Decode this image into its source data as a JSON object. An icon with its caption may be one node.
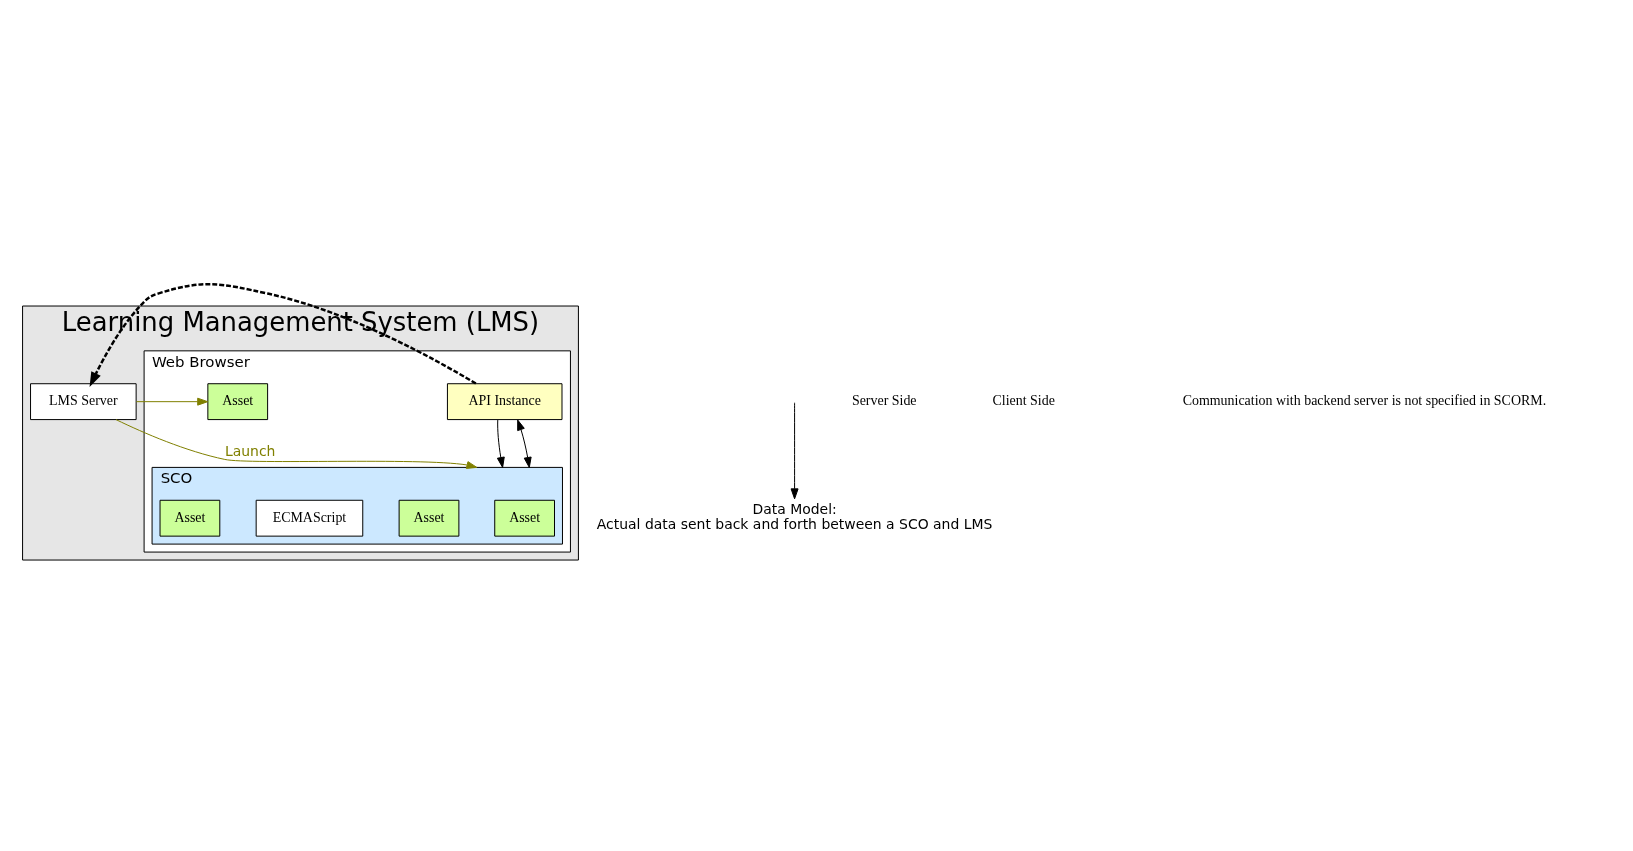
{
  "diagram": {
    "nodes": [
      {
        "text": [
          "Learning Management System (LMS)"
        ]
      },
      {
        "text": [
          "LMS Server"
        ],
        "in": 0
      },
      {
        "text": [
          "Web Browser"
        ],
        "in": 0
      },
      {
        "text": [
          "API Instance"
        ],
        "in": 2
      },
      {
        "text": [
          "SCO"
        ],
        "in": 2
      },
      {
        "text": [
          "Asset"
        ],
        "in": 4
      },
      {
        "text": [
          "Asset"
        ],
        "in": 4
      },
      {
        "text": [
          "ECMAScript"
        ],
        "in": 4
      },
      {
        "text": [
          "Asset"
        ],
        "in": 4
      },
      {
        "text": [
          "Asset"
        ],
        "in": 2
      },
      {
        "text": [
          "Data Model:",
          "Actual data sent back and forth between a SCO and LMS"
        ]
      }
    ],
    "edges": [
      {
        "from": 3,
        "to": 1,
        "arrow": "to",
        "style": "dashed",
        "color": "#000000"
      },
      {
        "from": 1,
        "to": 4,
        "arrow": "to",
        "label": "Launch",
        "color": "#808000"
      },
      {
        "from": 1,
        "to": 9,
        "arrow": "to",
        "color": "#808000"
      },
      {
        "from": 3,
        "to": 4,
        "arrow": "to"
      },
      {
        "from": 3,
        "to": 4,
        "arrow": "both"
      },
      {
        "from": null,
        "to": 10,
        "arrow": "to"
      }
    ],
    "labels": [
      "Server Side",
      "Client Side",
      "Communication with backend server is not specified in SCORM."
    ]
  }
}
